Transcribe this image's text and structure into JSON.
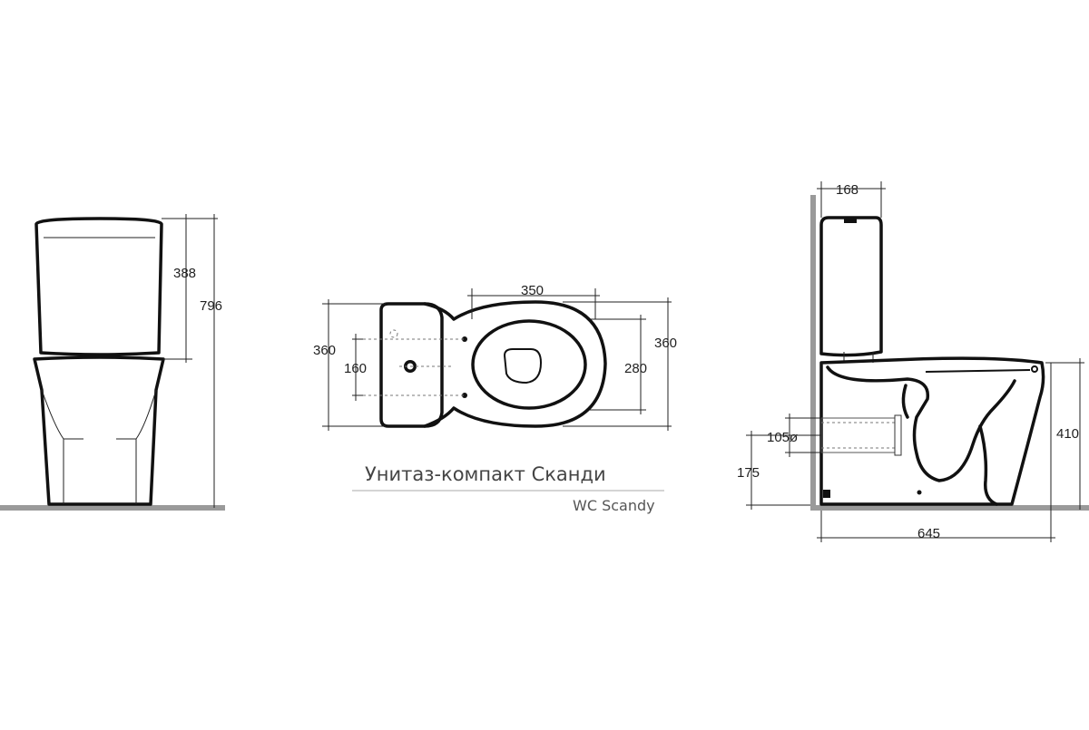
{
  "front_view": {
    "dimensions": {
      "tank_height": "388",
      "total_height": "796"
    }
  },
  "top_view": {
    "dimensions": {
      "seat_width": "350",
      "overall_depth_left": "360",
      "fixing_spacing": "160",
      "bowl_depth": "280",
      "overall_depth_right": "360"
    }
  },
  "caption": {
    "title_ru": "Унитаз-компакт Сканди",
    "title_en": "WC Scandy"
  },
  "side_view": {
    "dimensions": {
      "tank_depth": "168",
      "rim_height": "410",
      "outlet_diameter": "105ø",
      "outlet_height": "175",
      "total_length": "645"
    }
  }
}
